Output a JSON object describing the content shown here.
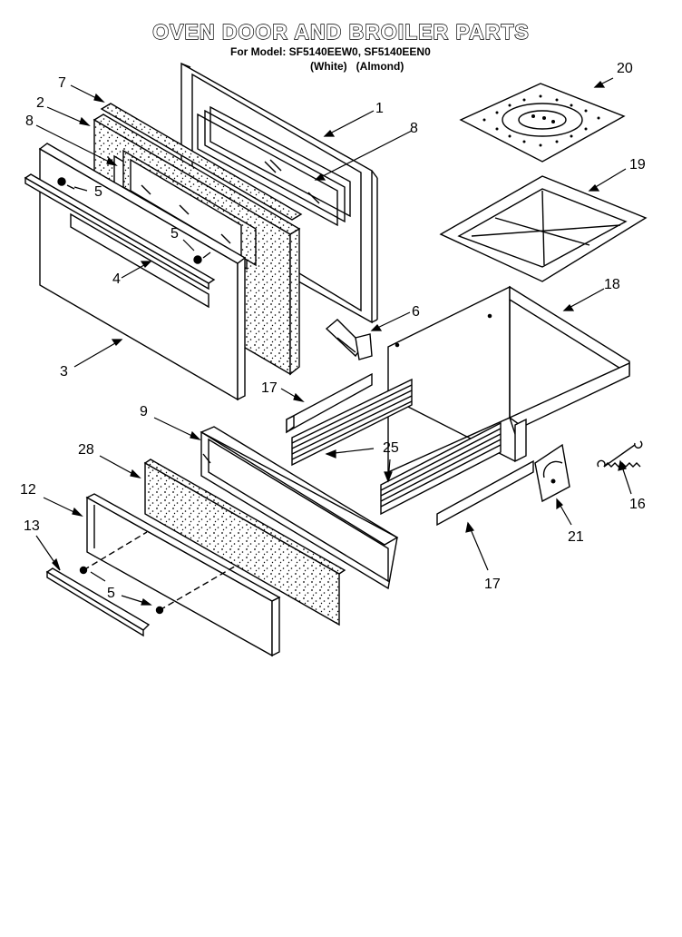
{
  "title": "OVEN DOOR AND BROILER PARTS",
  "model_line": "For Model: SF5140EEW0, SF5140EEN0",
  "colors": [
    "(White)",
    "(Almond)"
  ],
  "callouts": {
    "c1": "1",
    "c2": "2",
    "c3": "3",
    "c4": "4",
    "c5a": "5",
    "c5b": "5",
    "c5c": "5",
    "c6": "6",
    "c7": "7",
    "c8a": "8",
    "c8b": "8",
    "c9": "9",
    "c12": "12",
    "c13": "13",
    "c16": "16",
    "c17a": "17",
    "c17b": "17",
    "c18": "18",
    "c19": "19",
    "c20": "20",
    "c21": "21",
    "c25": "25",
    "c28": "28"
  },
  "line_color": "#000000",
  "paper_color": "#ffffff"
}
